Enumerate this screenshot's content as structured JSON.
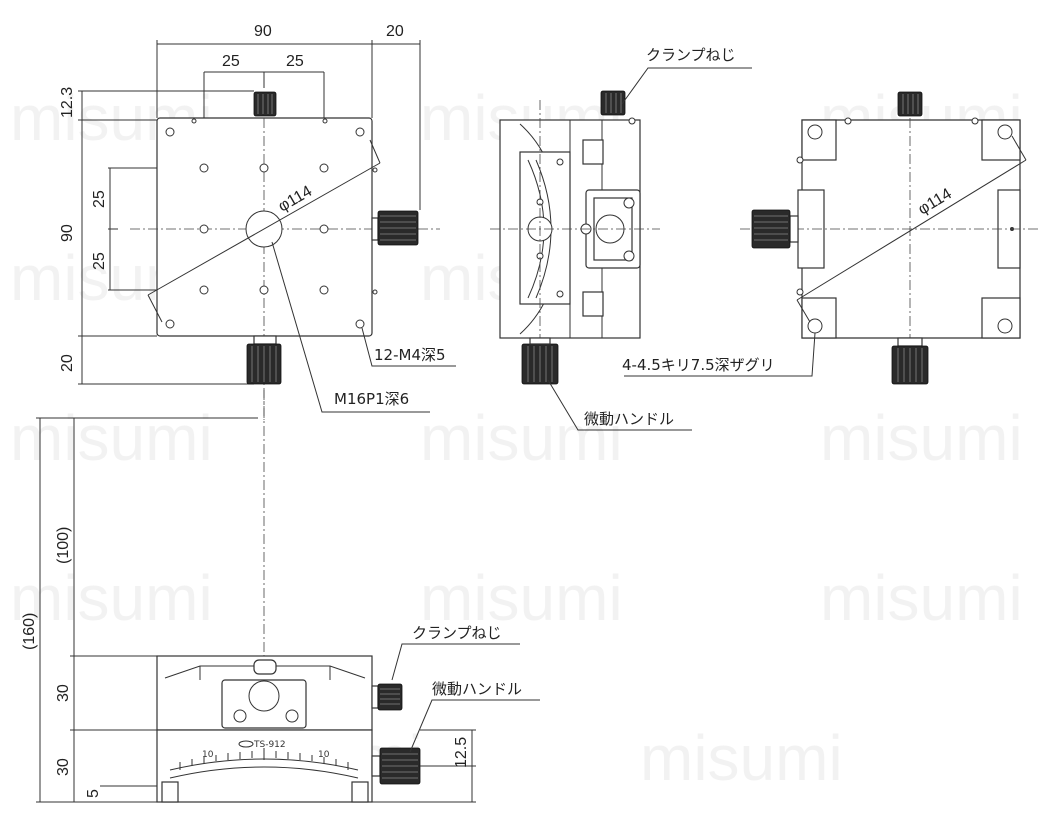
{
  "watermark": "misumi",
  "dimensions": {
    "top_width": "90",
    "top_right": "20",
    "spacing_left": "25",
    "spacing_right": "25",
    "top_offset": "12.3",
    "left_height": "90",
    "left_upper": "25",
    "left_lower": "25",
    "bottom_offset": "20",
    "circle_dia_left": "φ114",
    "circle_dia_right": "φ114",
    "side_total": "(160)",
    "side_upper": "(100)",
    "side_h1": "30",
    "side_h2": "30",
    "side_base": "5",
    "side_knob": "12.5"
  },
  "labels": {
    "tap_holes": "12-M4深5",
    "center_tap": "M16P1深6",
    "clamp_screw_top": "クランプねじ",
    "micro_handle_top": "微動ハンドル",
    "counterbore": "4-4.5キリ7.5深ザグリ",
    "clamp_screw_bottom": "クランプねじ",
    "micro_handle_bottom": "微動ハンドル"
  },
  "scale": {
    "model": "TS-912",
    "left_tick": "10",
    "right_tick": "10"
  }
}
